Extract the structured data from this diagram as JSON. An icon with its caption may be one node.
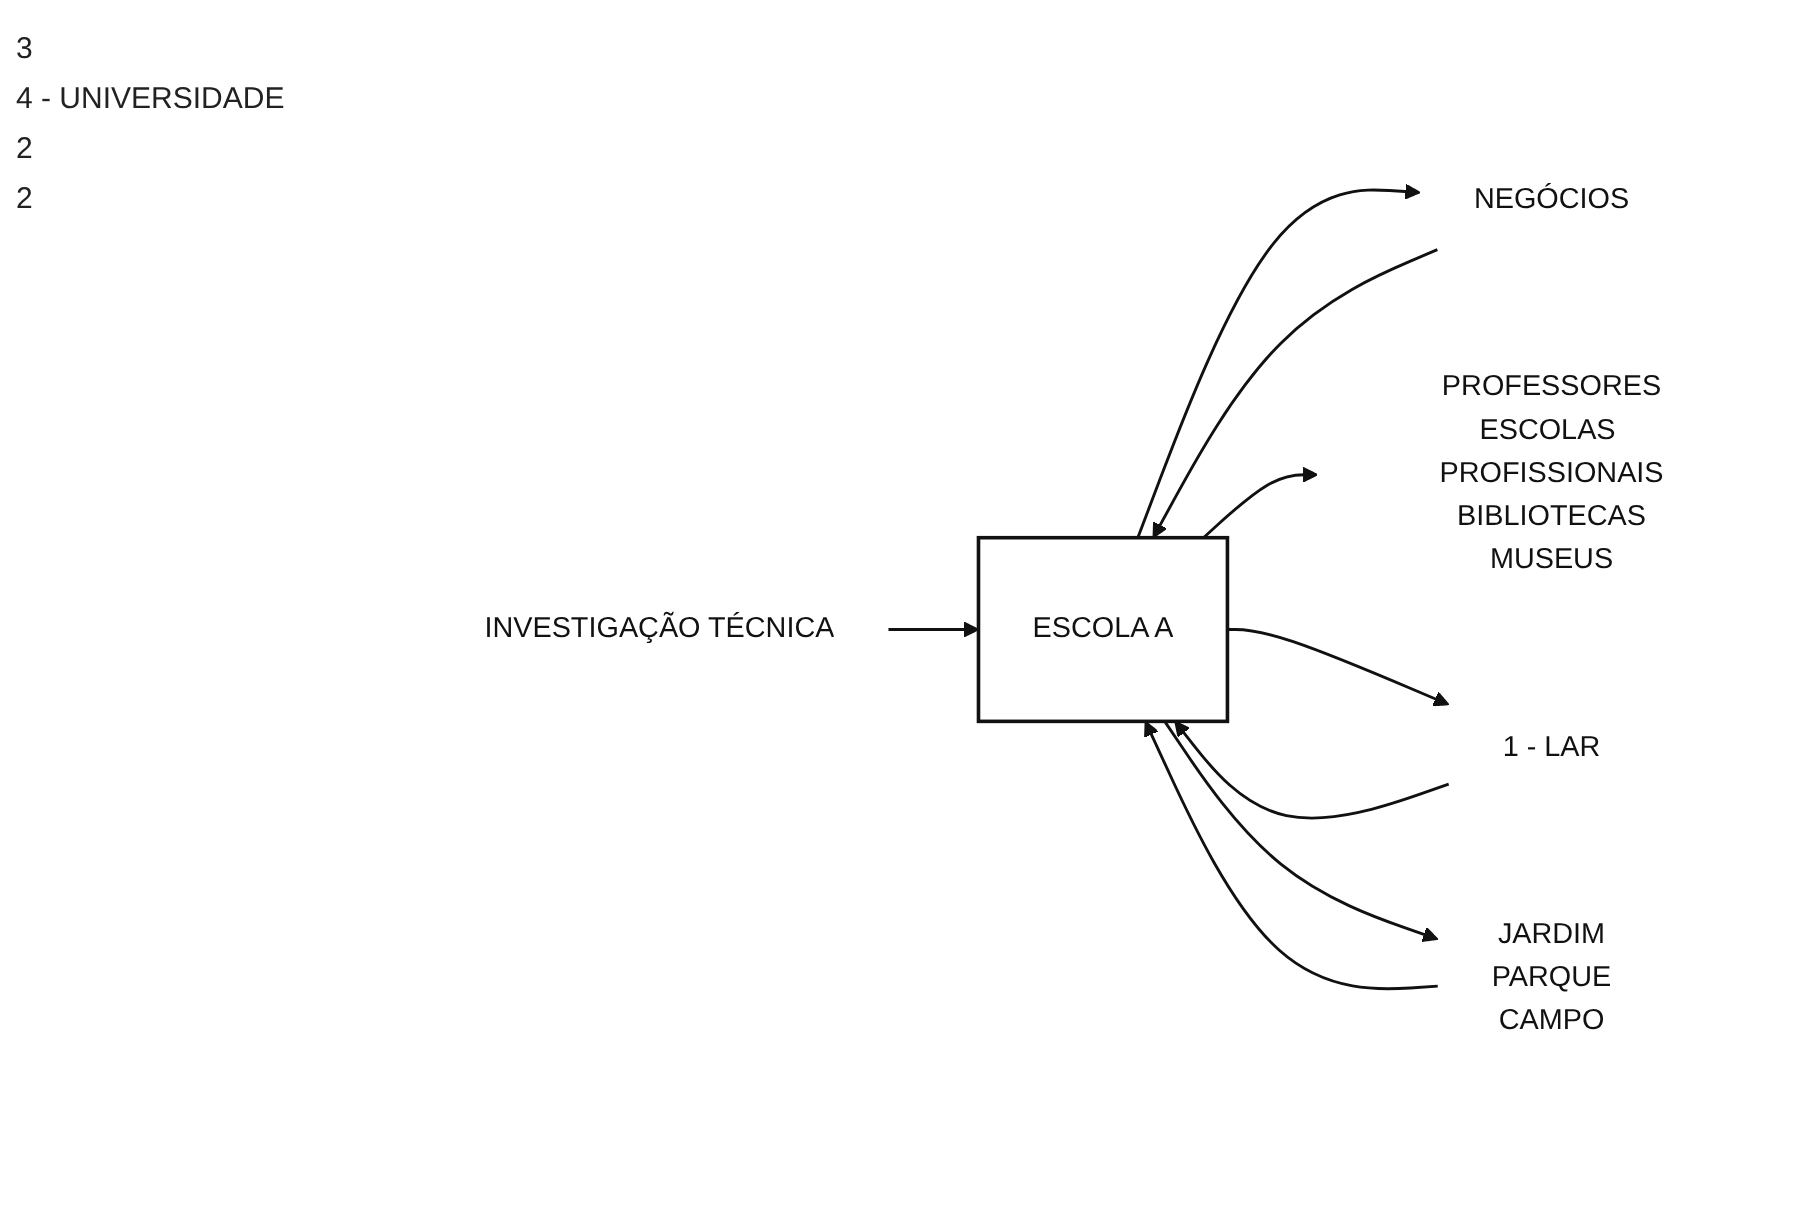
{
  "diagram": {
    "nodes": [
      {
        "text": [
          "ESCOLA A"
        ]
      },
      {
        "text": [
          "NEGÓCIOS"
        ]
      },
      {
        "text": [
          "INVESTIGAÇÃO TÉCNICA"
        ]
      },
      {
        "text": [
          "PROFESSORES",
          "ESCOLAS PROFISSIONAIS",
          "BIBLIOTECAS",
          "MUSEUS"
        ]
      },
      {
        "text": [
          "1 - LAR"
        ]
      },
      {
        "text": [
          "JARDIM",
          "PARQUE",
          "CAMPO"
        ]
      }
    ],
    "edges": [
      {
        "from": 1,
        "to": 0,
        "arrow": "to"
      },
      {
        "from": 0,
        "to": 1,
        "arrow": "to"
      },
      {
        "from": 2,
        "to": 0,
        "arrow": "to"
      },
      {
        "from": 0,
        "to": 3,
        "arrow": "to"
      },
      {
        "from": 0,
        "to": 4,
        "arrow": "to"
      },
      {
        "from": 4,
        "to": 0,
        "arrow": "to"
      },
      {
        "from": 5,
        "to": 0,
        "arrow": "to"
      },
      {
        "from": 0,
        "to": 5,
        "arrow": "to"
      }
    ],
    "labels": [
      "3",
      "4 - UNIVERSIDADE",
      "2",
      "2"
    ]
  }
}
